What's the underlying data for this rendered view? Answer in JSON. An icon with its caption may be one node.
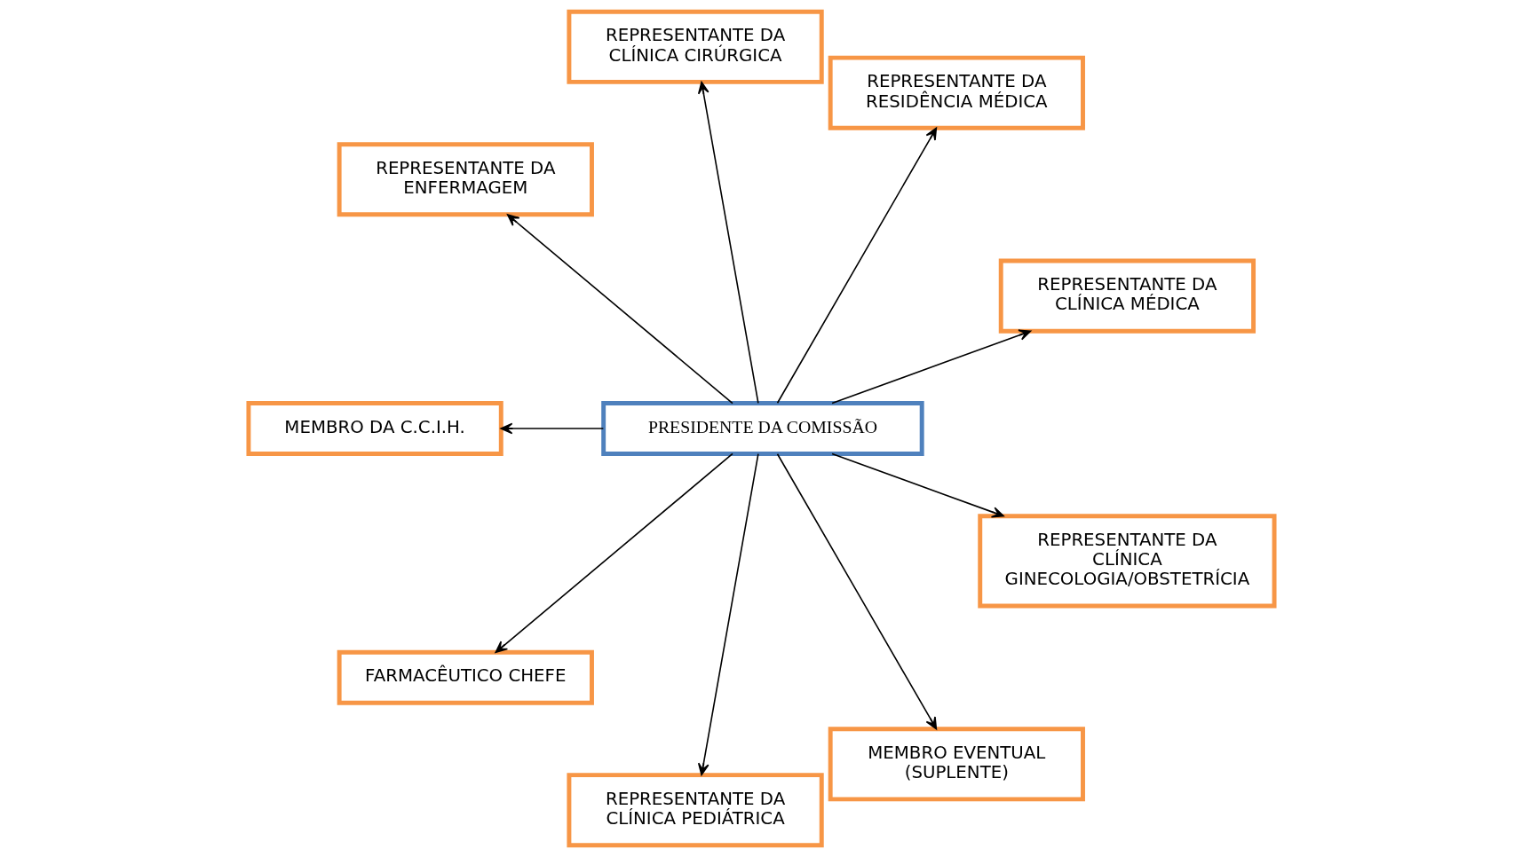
{
  "diagram": {
    "nodes": [
      {
        "text": [
          "REPRESENTANTE DA CLÍNICA MÉDICA"
        ]
      },
      {
        "text": [
          "REPRESENTANTE DA RESIDÊNCIA MÉDICA"
        ]
      },
      {
        "text": [
          "REPRESENTANTE DA CLÍNICA CIRÚRGICA"
        ]
      },
      {
        "text": [
          "REPRESENTANTE DA ENFERMAGEM"
        ]
      },
      {
        "text": [
          "PRESIDENTE DA COMISSÃO"
        ]
      },
      {
        "text": [
          "MEMBRO DA C.C.I.H."
        ]
      },
      {
        "text": [
          "FARMACÊUTICO CHEFE"
        ]
      },
      {
        "text": [
          "REPRESENTANTE DA CLÍNICA PEDIÁTRICA"
        ]
      },
      {
        "text": [
          "MEMBRO EVENTUAL (SUPLENTE)"
        ]
      },
      {
        "text": [
          "REPRESENTANTE DA CLÍNICA GINECOLOGIA/OBSTETRÍCIA"
        ]
      }
    ],
    "edges": [
      {
        "from": 4,
        "to": 0,
        "arrow": "to"
      },
      {
        "from": 4,
        "to": 1,
        "arrow": "to"
      },
      {
        "from": 4,
        "to": 2,
        "arrow": "to"
      },
      {
        "from": 4,
        "to": 3,
        "arrow": "to"
      },
      {
        "from": 4,
        "to": 5,
        "arrow": "to"
      },
      {
        "from": 4,
        "to": 6,
        "arrow": "to"
      },
      {
        "from": 4,
        "to": 7,
        "arrow": "to"
      },
      {
        "from": 4,
        "to": 8,
        "arrow": "to"
      },
      {
        "from": 4,
        "to": 9,
        "arrow": "to"
      }
    ]
  }
}
